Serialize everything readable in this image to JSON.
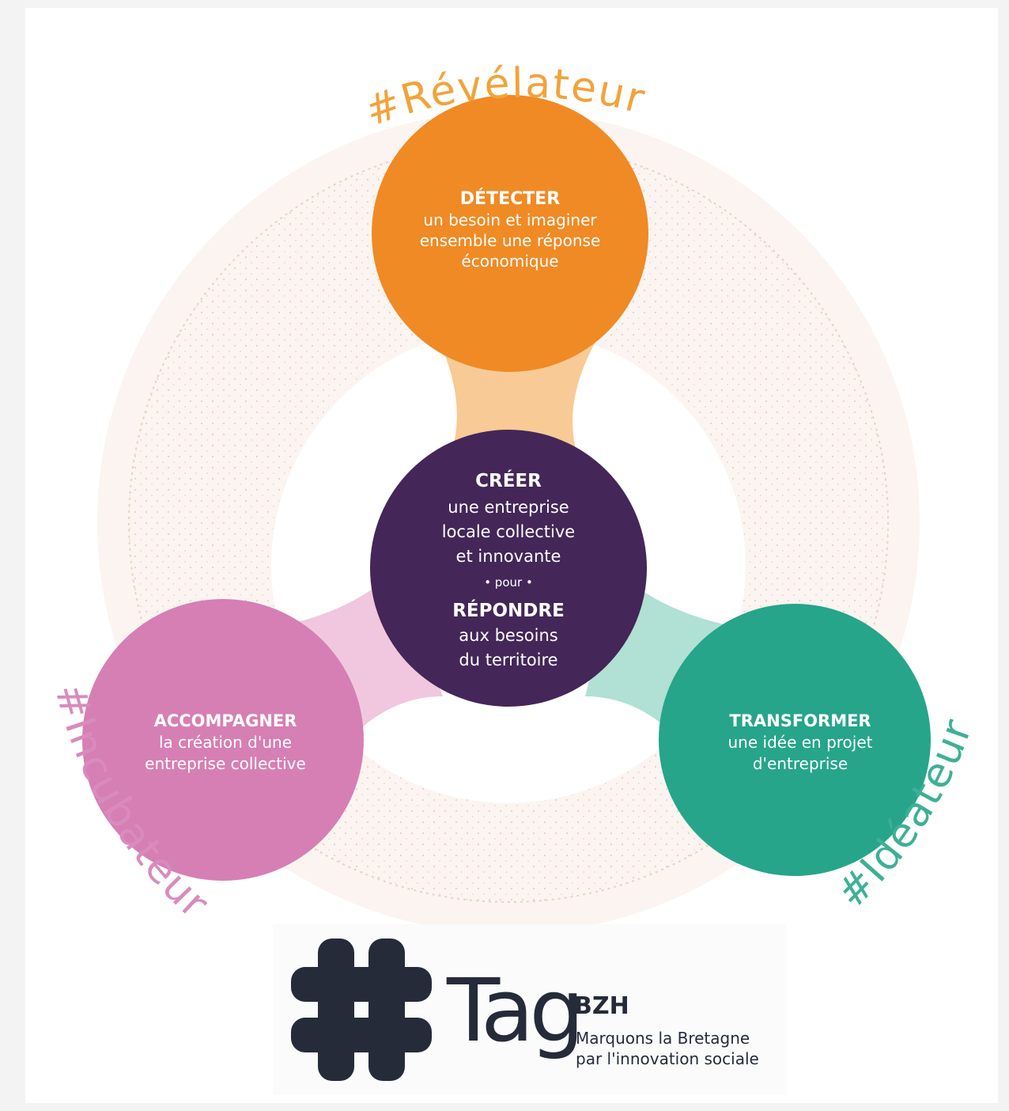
{
  "ring_labels": {
    "top": "#Révélateur",
    "left": "#Incubateur",
    "right": "#Idéateur"
  },
  "nodes": {
    "detecter": {
      "title": "DÉTECTER",
      "lines": [
        "un besoin et imaginer",
        "ensemble une réponse",
        "économique"
      ],
      "color": "#f08a24"
    },
    "creer": {
      "title": "CRÉER",
      "lines": [
        "une entreprise",
        "locale collective",
        "et innovante"
      ],
      "connector": "• pour •",
      "title2": "RÉPONDRE",
      "lines2": [
        "aux besoins",
        "du territoire"
      ],
      "color": "#442658"
    },
    "accompagner": {
      "title": "ACCOMPAGNER",
      "lines": [
        "la création d'une",
        "entreprise collective"
      ],
      "color": "#d67fb4"
    },
    "transformer": {
      "title": "TRANSFORMER",
      "lines": [
        "une idée en projet",
        "d'entreprise"
      ],
      "color": "#26a58a"
    }
  },
  "colors": {
    "revelateur": "#f2a33a",
    "incubateur": "#d98bbd",
    "ideateur": "#3db095",
    "logo": "#262b3a"
  },
  "logo": {
    "symbol": "#",
    "word": "Tag",
    "suffix": "BZH",
    "tagline1": "Marquons la Bretagne",
    "tagline2": "par l'innovation sociale"
  }
}
